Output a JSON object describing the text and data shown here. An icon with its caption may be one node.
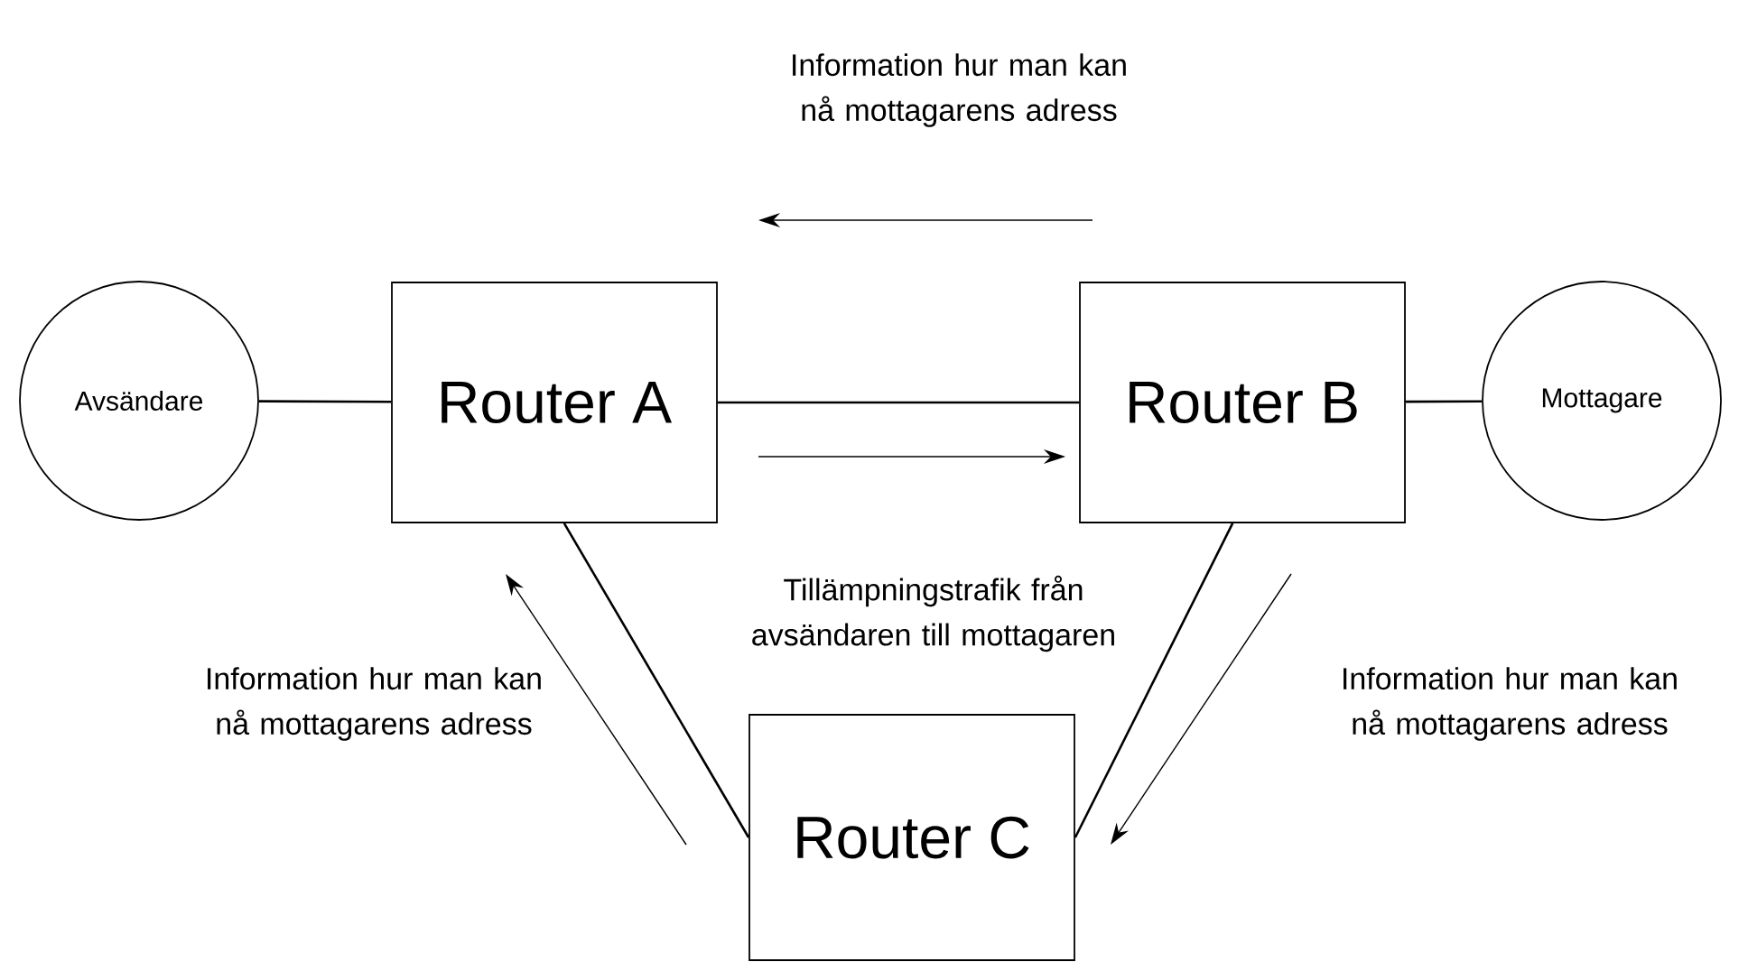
{
  "diagram": {
    "nodes": [
      {
        "text": [
          "Avsändare"
        ]
      },
      {
        "text": [
          "Router A"
        ]
      },
      {
        "text": [
          "Router B"
        ]
      },
      {
        "text": [
          "Mottagare"
        ]
      },
      {
        "text": [
          "Router C"
        ]
      }
    ],
    "edges": [
      {
        "from": 0,
        "to": 1,
        "arrow": "none"
      },
      {
        "from": 1,
        "to": 2,
        "arrow": "none"
      },
      {
        "from": 2,
        "to": 3,
        "arrow": "none"
      },
      {
        "from": 1,
        "to": 4,
        "arrow": "none"
      },
      {
        "from": 2,
        "to": 4,
        "arrow": "none"
      }
    ],
    "labels": [
      "Information hur man kan nå mottagarens adress",
      "Tillämpningstrafik från avsändaren till mottagaren",
      "Information hur man kan nå mottagarens adress",
      "Information hur man kan nå mottagarens adress"
    ]
  }
}
